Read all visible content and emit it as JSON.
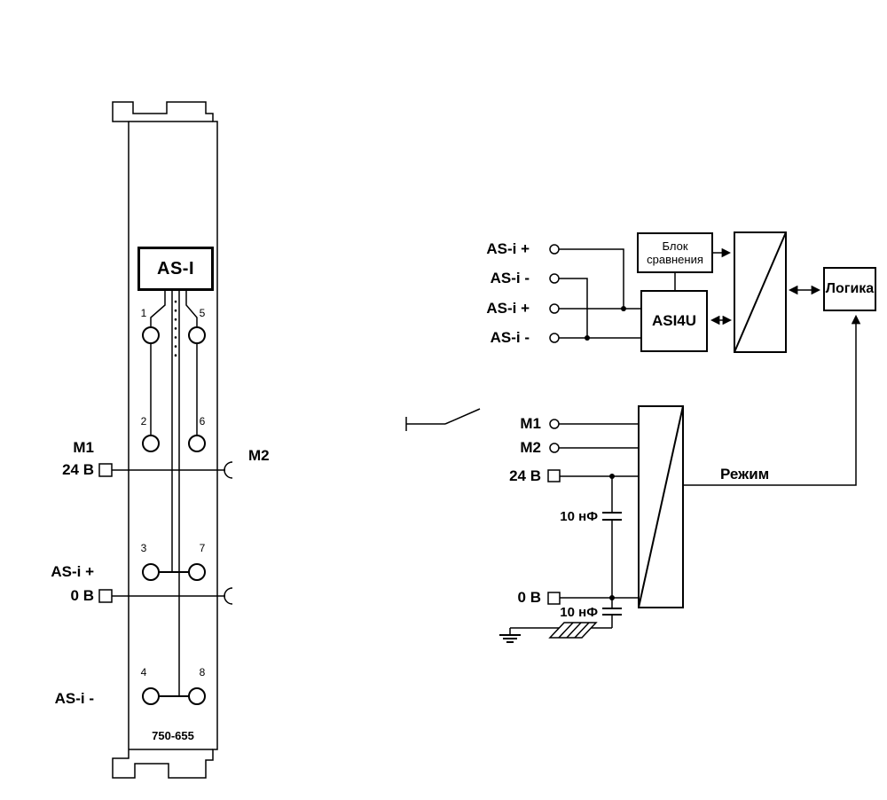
{
  "module": {
    "chip_label": "AS-I",
    "model_number": "750-655",
    "terminal_numbers": [
      "1",
      "2",
      "3",
      "4",
      "5",
      "6",
      "7",
      "8"
    ],
    "labels": {
      "m1": "M1",
      "supply_24v": "24 В",
      "m2": "M2",
      "asi_plus": "AS-i +",
      "supply_0v": "0 В",
      "asi_minus": "AS-i -"
    }
  },
  "block_diagram": {
    "inputs": {
      "asi1": "AS-i +",
      "asi2": "AS-i -",
      "asi3": "AS-i +",
      "asi4": "AS-i -",
      "m1": "M1",
      "m2": "M2",
      "supply_24v": "24 В",
      "supply_0v": "0 В"
    },
    "blocks": {
      "comparison_line1": "Блок",
      "comparison_line2": "сравнения",
      "asi_chip": "ASI4U",
      "logic": "Логика"
    },
    "mode_label": "Режим",
    "capacitor1": "10 нФ",
    "capacitor2": "10 нФ"
  },
  "colors": {
    "line": "#000000",
    "background": "#ffffff"
  }
}
